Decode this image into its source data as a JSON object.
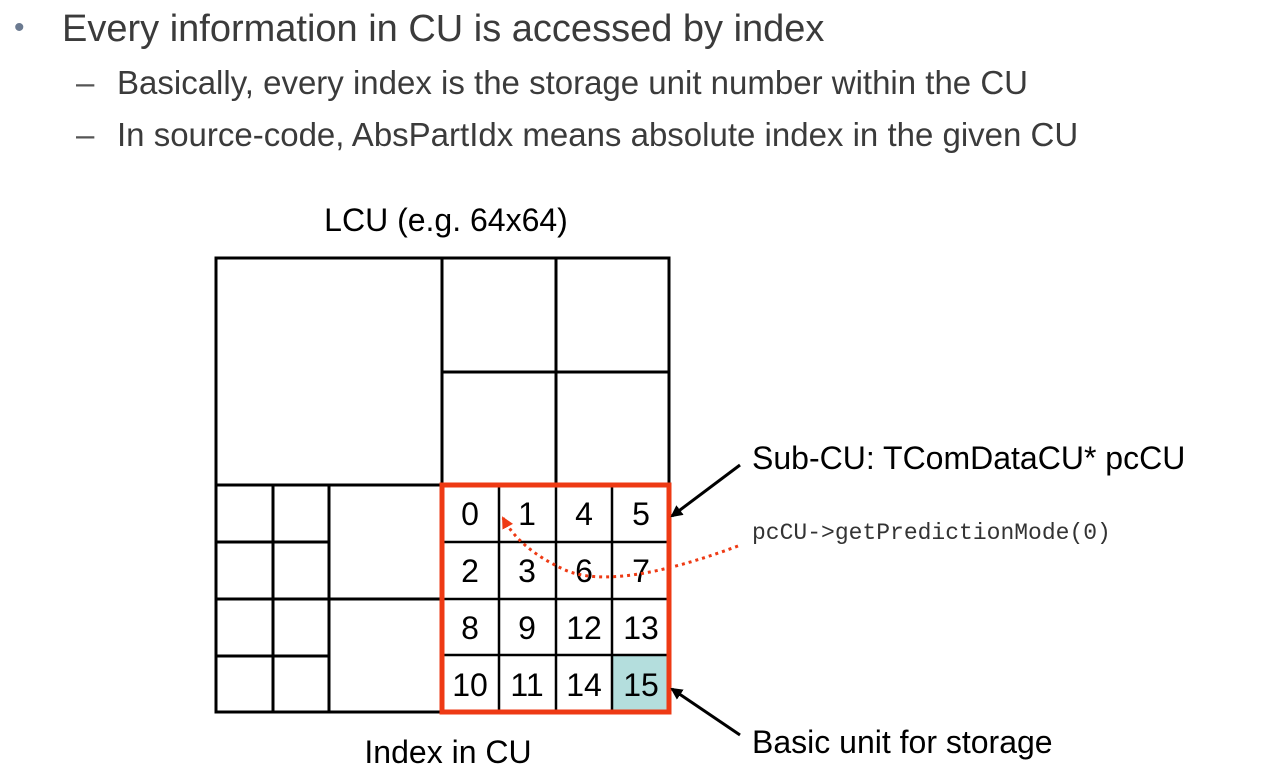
{
  "bullets": {
    "main": "Every information in CU is accessed by index",
    "main_marker": "•",
    "sub_marker": "–",
    "subs": [
      "Basically, every index is the storage unit number within the CU",
      "In source-code, AbsPartIdx means absolute index in the given CU"
    ]
  },
  "diagram": {
    "lcu_label": "LCU (e.g. 64x64)",
    "bottom_label": "Index in CU",
    "subcu_label": "Sub-CU: TComDataCU* pcCU",
    "code_label": "pcCU->getPredictionMode(0)",
    "storage_label": "Basic unit for storage",
    "grid_indices": [
      "0",
      "1",
      "4",
      "5",
      "2",
      "3",
      "6",
      "7",
      "8",
      "9",
      "12",
      "13",
      "10",
      "11",
      "14",
      "15"
    ],
    "highlight_index": "15",
    "colors": {
      "subcu_border": "#ee3a14",
      "arrow_dotted": "#ee3a14",
      "highlight_fill": "#b4dedd",
      "grid_line": "#000000"
    }
  }
}
